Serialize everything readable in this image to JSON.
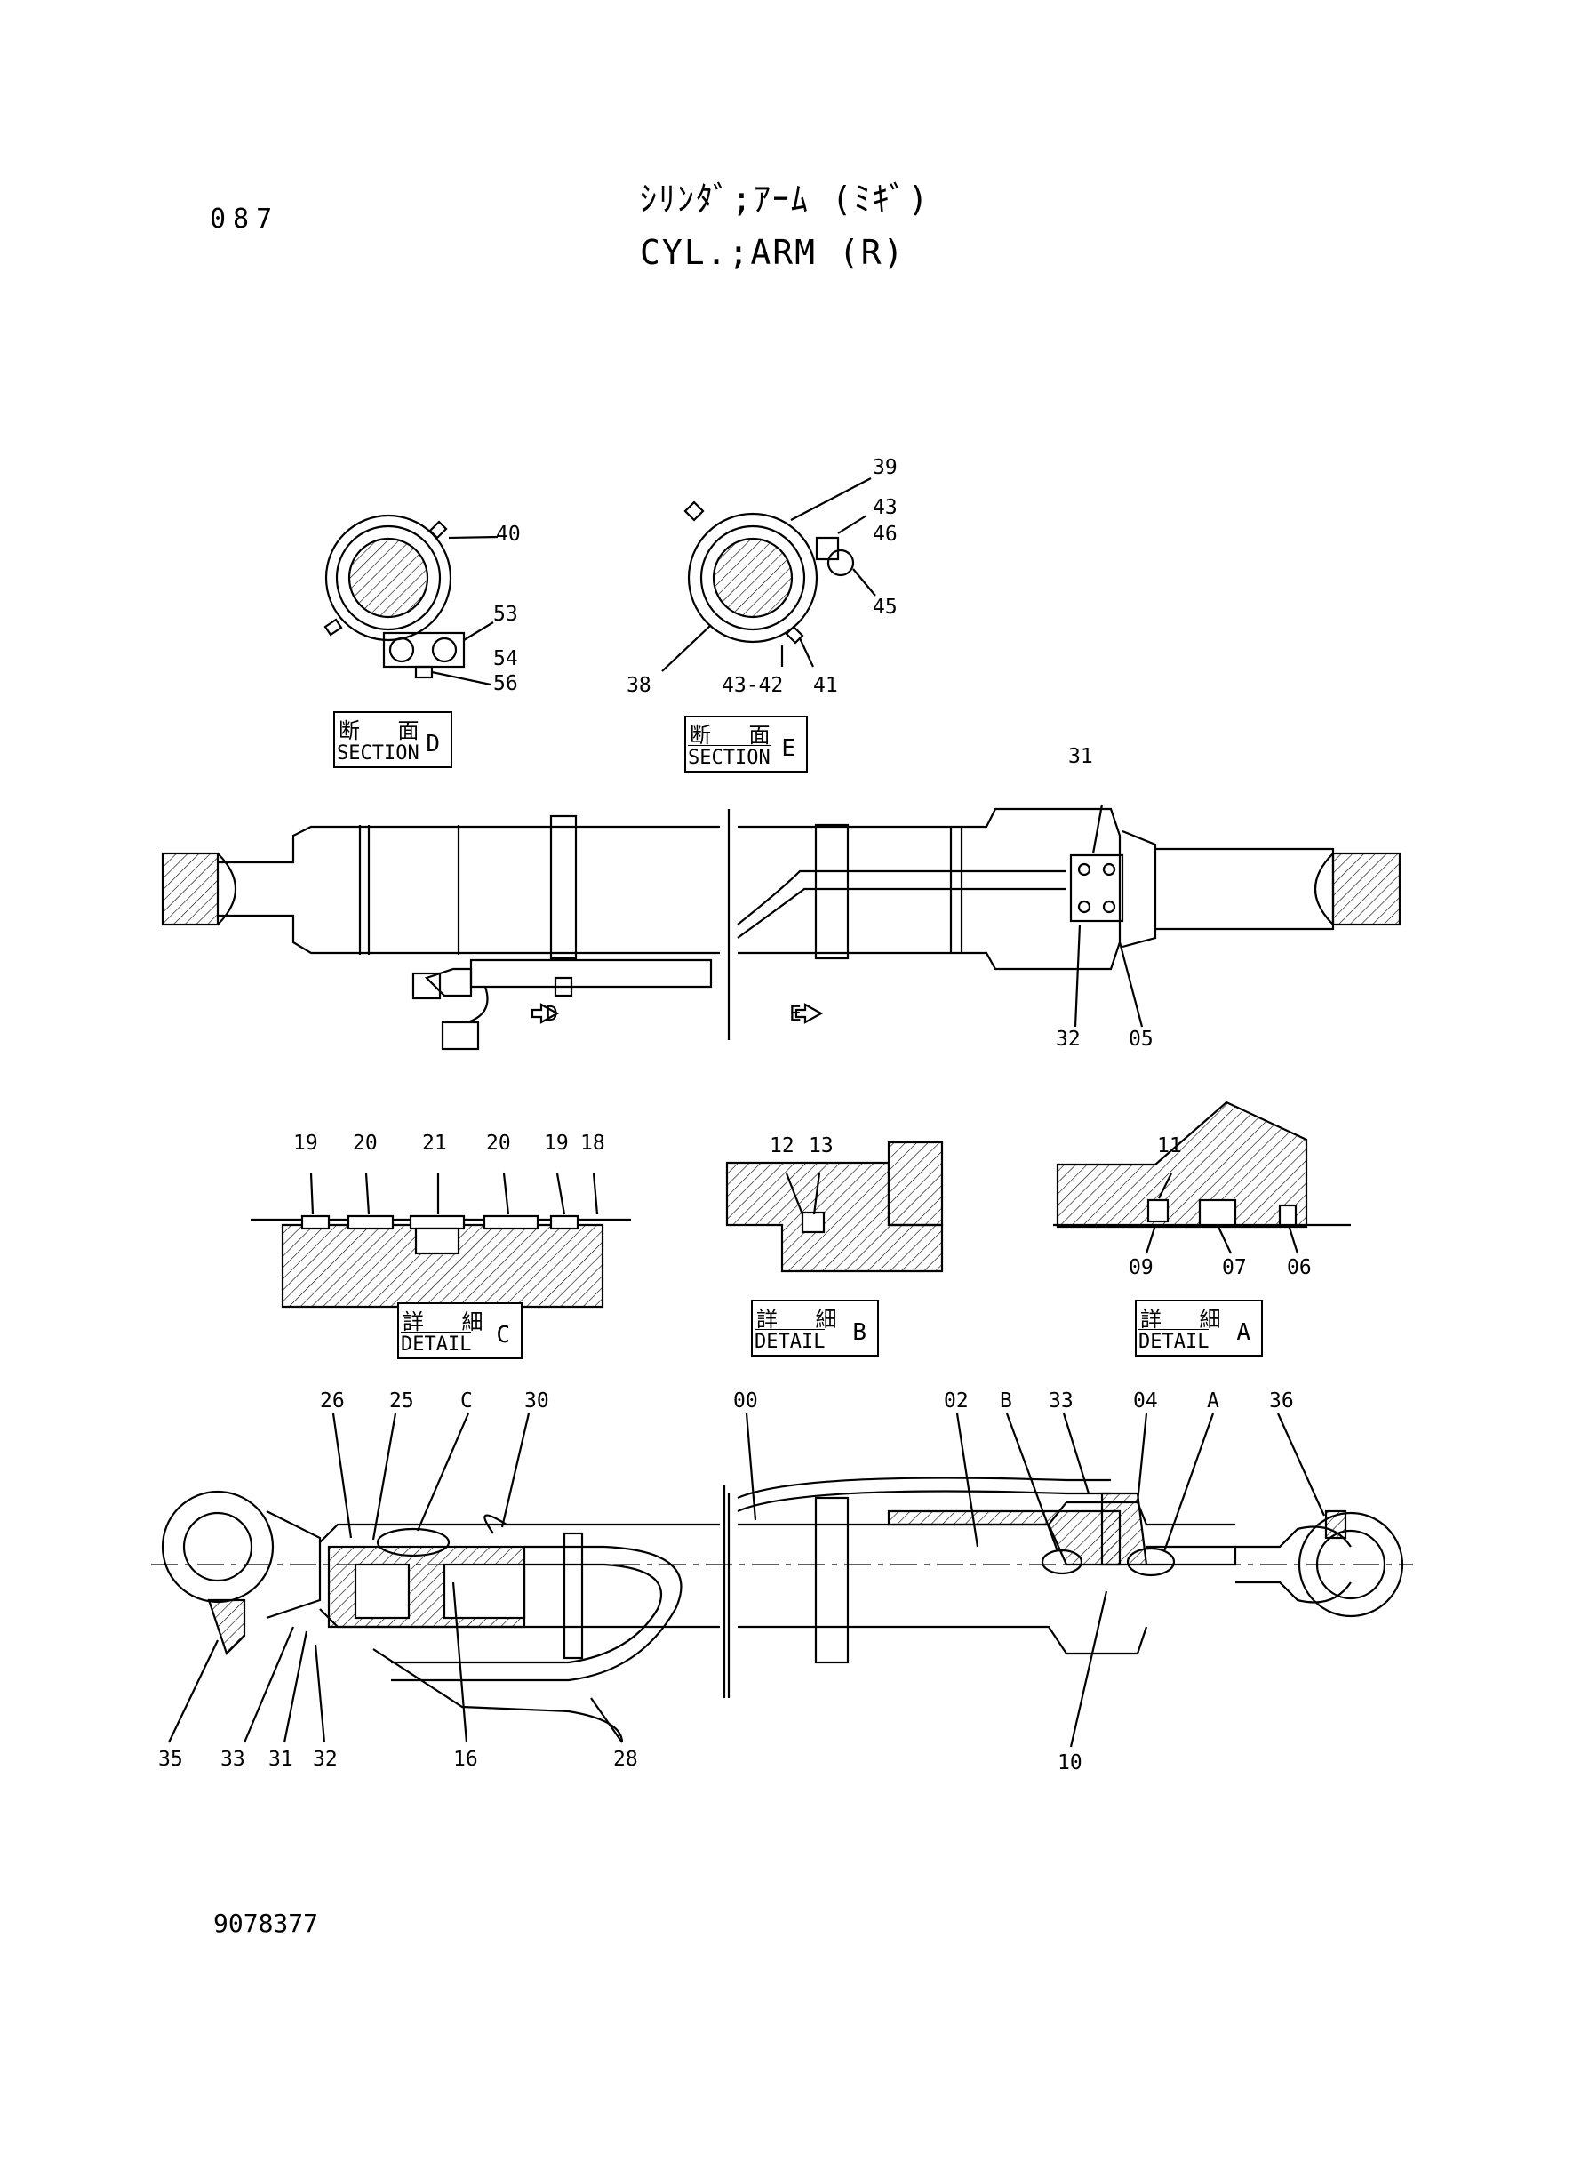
{
  "header": {
    "page_no": "087",
    "title_jp": "ｼﾘﾝﾀﾞ;ｱｰﾑ (ﾐｷﾞ)",
    "title_en": "CYL.;ARM (R)"
  },
  "footer": {
    "drawing_no": "9078377"
  },
  "views": {
    "section_d": {
      "jp": "断 面",
      "en": "SECTION",
      "letter": "D"
    },
    "section_e": {
      "jp": "断 面",
      "en": "SECTION",
      "letter": "E"
    },
    "detail_c": {
      "jp": "詳 細",
      "en": "DETAIL",
      "letter": "C"
    },
    "detail_b": {
      "jp": "詳 細",
      "en": "DETAIL",
      "letter": "B"
    },
    "detail_a": {
      "jp": "詳 細",
      "en": "DETAIL",
      "letter": "A"
    },
    "arrow_d": "D",
    "arrow_e": "E"
  },
  "callouts": {
    "sec_d": [
      "40",
      "53",
      "54",
      "56"
    ],
    "sec_e": [
      "39",
      "43",
      "46",
      "45",
      "38",
      "43-42",
      "41"
    ],
    "ext": [
      "31",
      "32",
      "05"
    ],
    "det_c": [
      "19",
      "20",
      "21",
      "20",
      "19",
      "18"
    ],
    "det_b": [
      "12",
      "13"
    ],
    "det_a": [
      "11",
      "09",
      "07",
      "06"
    ],
    "main_top": [
      "26",
      "25",
      "C",
      "30",
      "00",
      "02",
      "B",
      "33",
      "04",
      "A",
      "36"
    ],
    "main_bottom": [
      "35",
      "33",
      "31",
      "32",
      "16",
      "28",
      "10"
    ]
  },
  "colors": {
    "ink": "#000000",
    "paper": "#ffffff"
  }
}
